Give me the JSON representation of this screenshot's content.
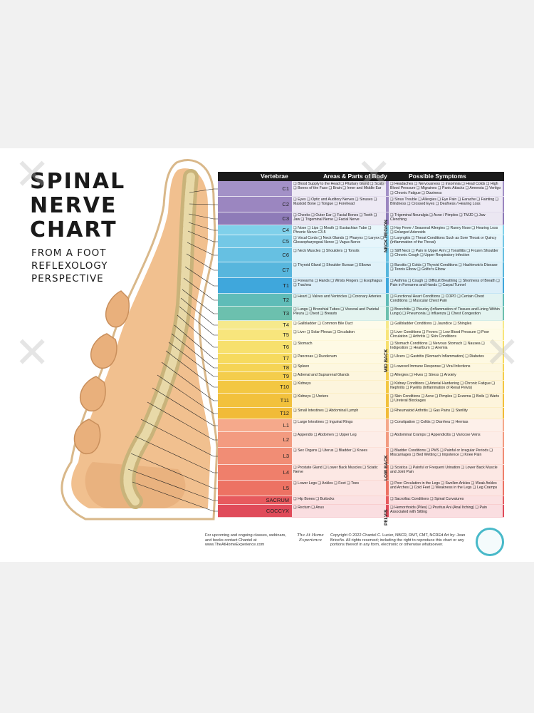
{
  "title": {
    "line1": "SPINAL",
    "line2": "NERVE",
    "line3": "CHART"
  },
  "subtitle": {
    "line1": "FROM A FOOT",
    "line2": "REFLEXOLOGY",
    "line3": "PERSPECTIVE"
  },
  "headers": {
    "vertebrae": "Vertebrae",
    "areas": "Areas & Parts of Body",
    "symptoms": "Possible Symptoms"
  },
  "regions": {
    "neck": "NECK REGION",
    "mid_back": "MID BACK",
    "low_back": "LOW BACK",
    "pelvis": "PELVIS"
  },
  "rows": [
    {
      "v": "C1",
      "color": "#a391c7",
      "areas": "❑ Blood Supply to the Head ❑ Pituitary Gland ❑ Scalp ❑ Bones of the Face ❑ Brain ❑ Inner and Middle Ear",
      "symptoms": "❑ Headaches ❑ Nervousness ❑ Insomnia ❑ Head Colds ❑ High Blood Pressure ❑ Migraines ❑ Panic Attacks ❑ Amnesia ❑ Vertigo ❑ Chronic Fatigue ❑ Dizziness"
    },
    {
      "v": "C2",
      "color": "#9b86c0",
      "areas": "❑ Eyes ❑ Optic and Auditory Nerves ❑ Sinuses ❑ Mastoid Bone ❑ Tongue ❑ Forehead",
      "symptoms": "❑ Sinus Trouble ❑ Allergies ❑ Eye Pain ❑ Earache ❑ Fainting ❑ Blindness ❑ Crossed Eyes ❑ Deafness / Hearing Loss"
    },
    {
      "v": "C3",
      "color": "#8e7bb8",
      "areas": "❑ Cheeks ❑ Outer Ear ❑ Facial Bones ❑ Teeth ❑ Jaw ❑ Trigeminal Nerve ❑ Facial Nerve",
      "symptoms": "❑ Trigeminal Neuralgia ❑ Acne / Pimples ❑ TMJD ❑ Jaw Clenching"
    },
    {
      "v": "C4",
      "color": "#7fd0ea",
      "areas": "❑ Nose ❑ Lips ❑ Mouth ❑ Eustachian Tube ❑ Phrenic Nerve C3-5",
      "symptoms": "❑ Hay Fever / Seasonal Allergies ❑ Runny Nose ❑ Hearing Loss ❑ Enlarged Adenoids"
    },
    {
      "v": "C5",
      "color": "#74c8e6",
      "areas": "❑ Vocal Cords ❑ Neck Glands ❑ Pharynx ❑ Larynx ❑ Glossopharyngeal Nerve ❑ Vagus Nerve",
      "symptoms": "❑ Laryngitis ❑ Throat Conditions Such as Sore Throat or Quincy (Inflammation of the Throat)"
    },
    {
      "v": "C6",
      "color": "#66c0e2",
      "areas": "❑ Neck Muscles ❑ Shoulders ❑ Tonsils",
      "symptoms": "❑ Stiff Neck ❑ Pain in Upper Arm ❑ Tonsillitis ❑ Frozen Shoulder ❑ Chronic Cough ❑ Upper Respiratory Infection"
    },
    {
      "v": "C7",
      "color": "#57b6dd",
      "areas": "❑ Thyroid Gland ❑ Shoulder Bursae ❑ Elbows",
      "symptoms": "❑ Bursitis ❑ Colds ❑ Thyroid Conditions ❑ Hashimoto's Disease ❑ Tennis Elbow ❑ Golfer's Elbow"
    },
    {
      "v": "T1",
      "color": "#3fa7dc",
      "areas": "❑ Forearms ❑ Hands ❑ Wrists Fingers ❑ Esophagus ❑ Trachea",
      "symptoms": "❑ Asthma ❑ Cough ❑ Difficult Breathing ❑ Shortness of Breath ❑ Pain in Forearms and Hands ❑ Carpal Tunnel"
    },
    {
      "v": "T2",
      "color": "#5fbcb8",
      "areas": "❑ Heart ❑ Valves and Ventricles ❑ Coronary Arteries",
      "symptoms": "❑ Functional Heart Conditions ❑ COPD ❑ Certain Chest Conditions ❑ Muscular Chest Pain"
    },
    {
      "v": "T3",
      "color": "#6cc0ae",
      "areas": "❑ Lungs ❑ Bronchial Tubes ❑ Visceral and Parietal Pleura ❑ Chest ❑ Breasts",
      "symptoms": "❑ Bronchitis ❑ Pleurisy (Inflammation of Tissues and Lining Within Lungs) ❑ Pneumonia ❑ Influenza ❑ Chest Congestion"
    },
    {
      "v": "T4",
      "color": "#f6e98c",
      "areas": "❑ Gallbladder ❑ Common Bile Duct",
      "symptoms": "❑ Gallbladder Conditions ❑ Jaundice ❑ Shingles"
    },
    {
      "v": "T5",
      "color": "#f8e57c",
      "areas": "❑ Liver ❑ Solar Plexus ❑ Circulation",
      "symptoms": "❑ Liver Conditions ❑ Fevers ❑ Low Blood Pressure ❑ Poor Circulation ❑ Arthritis ❑ Skin Conditions"
    },
    {
      "v": "T6",
      "color": "#f7e06d",
      "areas": "❑ Stomach",
      "symptoms": "❑ Stomach Conditions ❑ Nervous Stomach ❑ Nausea ❑ Indigestion ❑ Heartburn ❑ Anemia"
    },
    {
      "v": "T7",
      "color": "#f6da5e",
      "areas": "❑ Pancreas ❑ Duodenum",
      "symptoms": "❑ Ulcers ❑ Gastritis (Stomach Inflammation) ❑ Diabetes"
    },
    {
      "v": "T8",
      "color": "#f5d455",
      "areas": "❑ Spleen",
      "symptoms": "❑ Lowered Immune Response ❑ Viral Infections"
    },
    {
      "v": "T9",
      "color": "#f4cd4c",
      "areas": "❑ Adrenal and Suprarenal Glands",
      "symptoms": "❑ Allergies ❑ Hives ❑ Stress ❑ Anxiety"
    },
    {
      "v": "T10",
      "color": "#f3c742",
      "areas": "❑ Kidneys",
      "symptoms": "❑ Kidney Conditions ❑ Arterial Hardening ❑ Chronic Fatigue ❑ Nephritis ❑ Pyelitis (Inflammation of Renal Pelvis)"
    },
    {
      "v": "T11",
      "color": "#f2c13c",
      "areas": "❑ Kidneys ❑ Ureters",
      "symptoms": "❑ Skin Conditions ❑ Acne ❑ Pimples ❑ Eczema ❑ Boils ❑ Warts ❑ Ureteral Blockages"
    },
    {
      "v": "T12",
      "color": "#f1bb38",
      "areas": "❑ Small Intestines ❑ Abdominal Lymph",
      "symptoms": "❑ Rheumatoid Arthritis ❑ Gas Pains ❑ Sterility"
    },
    {
      "v": "L1",
      "color": "#f5a98b",
      "areas": "❑ Large Intestines ❑ Inguinal Rings",
      "symptoms": "❑ Constipation ❑ Colitis ❑ Diarrhea ❑ Hernias"
    },
    {
      "v": "L2",
      "color": "#f39b80",
      "areas": "❑ Appendix ❑ Abdomen ❑ Upper Leg",
      "symptoms": "❑ Abdominal Cramps ❑ Appendicitis ❑ Varicose Veins"
    },
    {
      "v": "L3",
      "color": "#f18d75",
      "areas": "❑ Sex Organs ❑ Uterus ❑ Bladder ❑ Knees",
      "symptoms": "❑ Bladder Conditions ❑ PMS ❑ Painful or Irregular Periods ❑ Miscarriages ❑ Bed Wetting ❑ Impotence ❑ Knee Pain"
    },
    {
      "v": "L4",
      "color": "#ef7f6b",
      "areas": "❑ Prostate Gland ❑ Lower Back Muscles ❑ Sciatic Nerve",
      "symptoms": "❑ Sciatica ❑ Painful or Frequent Urination ❑ Lower Back Muscle and Joint Pain"
    },
    {
      "v": "L5",
      "color": "#ed7263",
      "areas": "❑ Lower Legs ❑ Ankles ❑ Feet ❑ Toes",
      "symptoms": "❑ Poor Circulation in the Legs ❑ Swollen Ankles ❑ Weak Ankles and Arches ❑ Cold Feet ❑ Weakness in the Legs ❑ Leg Cramps"
    },
    {
      "v": "SACRUM",
      "color": "#e75a5e",
      "areas": "❑ Hip Bones ❑ Buttocks",
      "symptoms": "❑ Sacroiliac Conditions ❑ Spinal Curvatures"
    },
    {
      "v": "COCCYX",
      "color": "#e04b5a",
      "areas": "❑ Rectum ❑ Anus",
      "symptoms": "❑ Hemorrhoids (Piles) ❑ Pruritus Ani (Anal Itching) ❑ Pain Associated with Sitting"
    }
  ],
  "footer": {
    "left": "For upcoming and ongoing classes, webinars, and books contact Chantel at www.TheAtHomeExperience.com",
    "logo": "The At Home Experience",
    "copyright": "Copyright © 2022 Chantel C. Lucier, NBCR, RMT, CMT, NCREd Art by: Jean Briceño. All rights reserved; including the right to reproduce this chart or any portions thereof in any form, electronic or otherwise whatsoever."
  }
}
